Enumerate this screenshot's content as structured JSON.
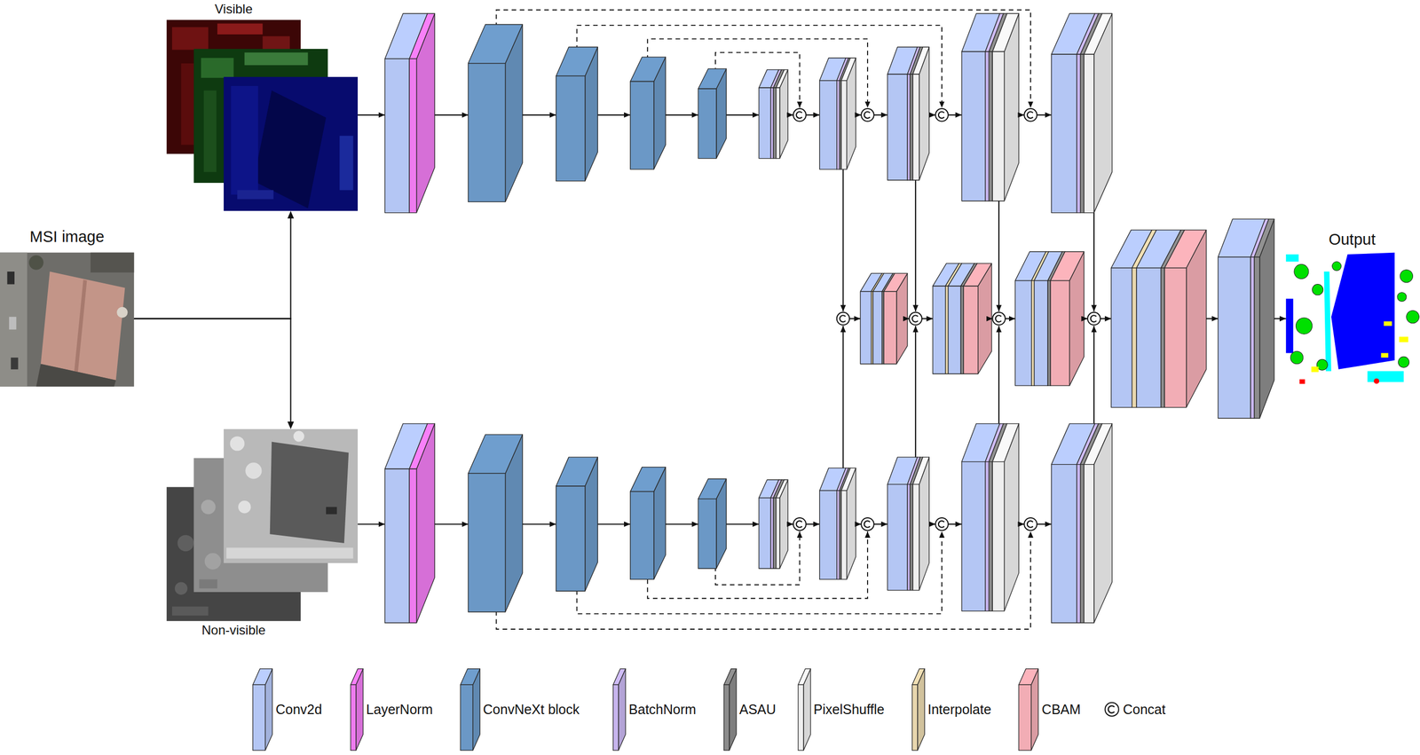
{
  "diagram": {
    "nodes": [
      {
        "text": [
          "Visible"
        ]
      },
      {
        "text": [
          "MSI image"
        ]
      },
      {
        "text": [
          "Non-visible"
        ]
      },
      {
        "text": [
          "Output"
        ]
      }
    ],
    "edges": [
      {
        "from": 1,
        "to": 0,
        "arrow": "to"
      },
      {
        "from": 1,
        "to": 2,
        "arrow": "to"
      }
    ],
    "legend": [
      {
        "text": "Conv2d",
        "color": "#b4c6f4"
      },
      {
        "text": "LayerNorm",
        "color": "#ee7bef"
      },
      {
        "text": "ConvNeXt block",
        "color": "#6b98c6"
      },
      {
        "text": "BatchNorm",
        "color": "#c7b5ee"
      },
      {
        "text": "ASAU",
        "color": "#8c8c8c"
      },
      {
        "text": "PixelShuffle",
        "color": "#efefef"
      },
      {
        "text": "Interpolate",
        "color": "#e8d7ae"
      },
      {
        "text": "CBAM",
        "color": "#f2adb5"
      },
      {
        "text": "Concat"
      }
    ]
  }
}
